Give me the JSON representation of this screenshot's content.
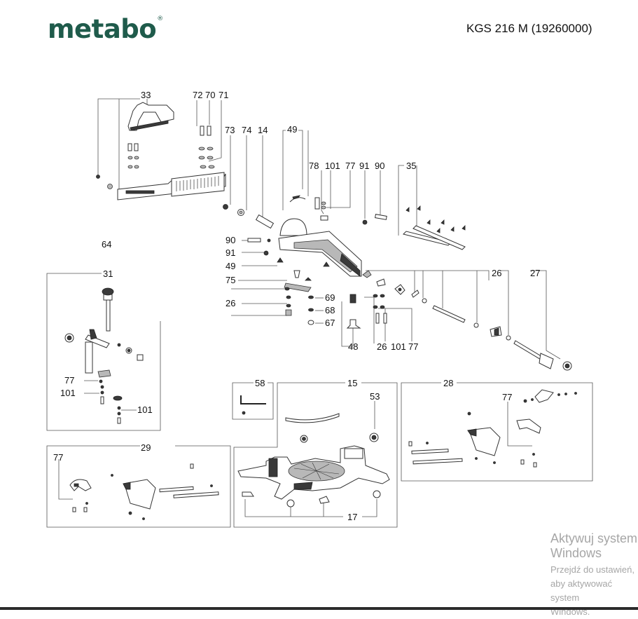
{
  "header": {
    "brand": "metabo",
    "registered": "®",
    "model": "KGS 216 M (19260000)"
  },
  "labels": [
    "33",
    "72",
    "70",
    "71",
    "73",
    "74",
    "14",
    "49",
    "78",
    "101",
    "77",
    "91",
    "90",
    "35",
    "64",
    "90",
    "91",
    "49",
    "75",
    "26",
    "69",
    "68",
    "67",
    "48",
    "26",
    "101",
    "77",
    "26",
    "27",
    "31",
    "77",
    "101",
    "101",
    "58",
    "15",
    "53",
    "28",
    "77",
    "29",
    "77",
    "17"
  ],
  "watermark": {
    "title": "Aktywuj system Windows",
    "line1": "Przejdź do ustawień, aby aktywować system",
    "line2": "Windows."
  },
  "colors": {
    "brand": "#1f5b4b",
    "ink": "#111111",
    "watermark": "#a6a6a6"
  }
}
